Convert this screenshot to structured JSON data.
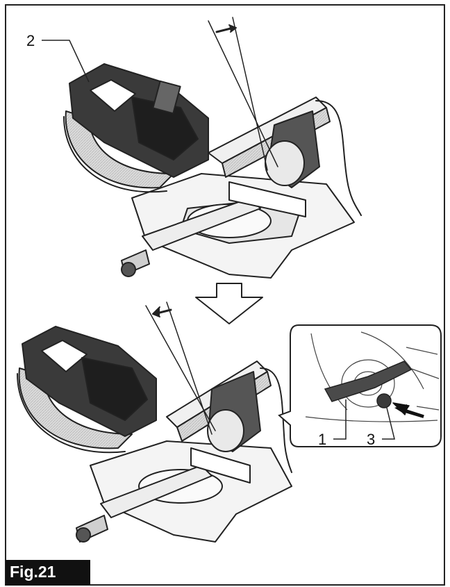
{
  "figure": {
    "label": "Fig.21",
    "callouts": {
      "handle": "2",
      "lever": "1",
      "knob": "3"
    }
  }
}
